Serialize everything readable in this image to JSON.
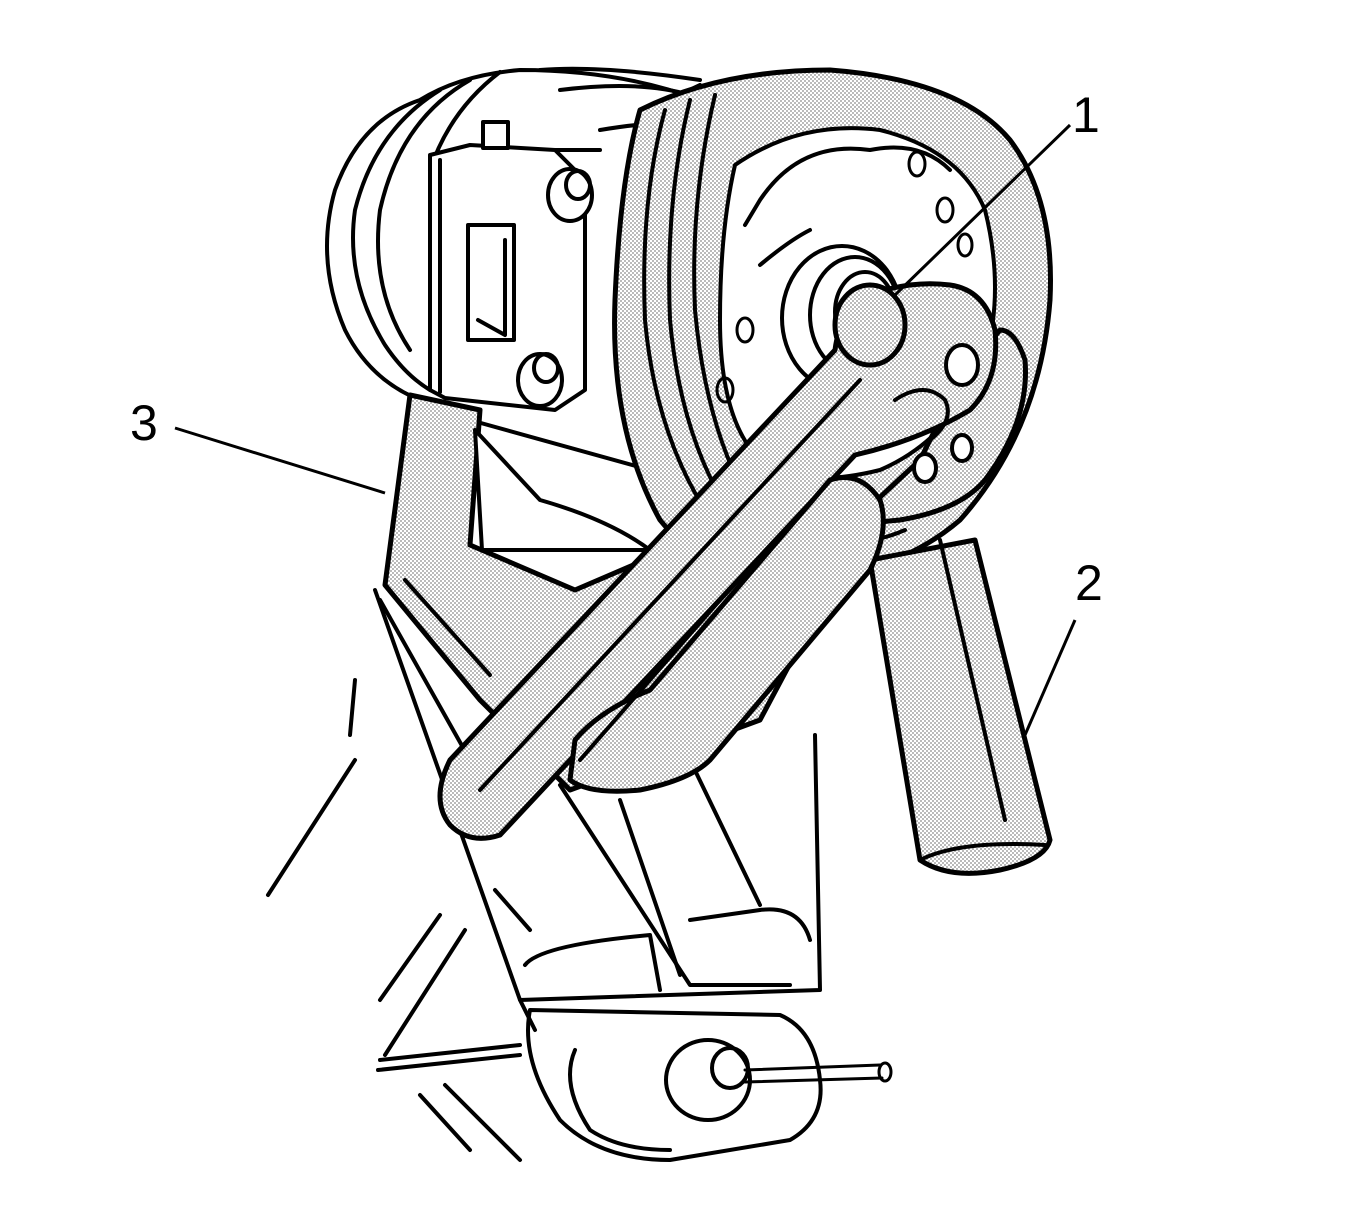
{
  "callouts": {
    "one": "1",
    "two": "2",
    "three": "3"
  },
  "colors": {
    "ink": "#000000",
    "paper": "#ffffff",
    "stipple": "#9a9a9a"
  }
}
